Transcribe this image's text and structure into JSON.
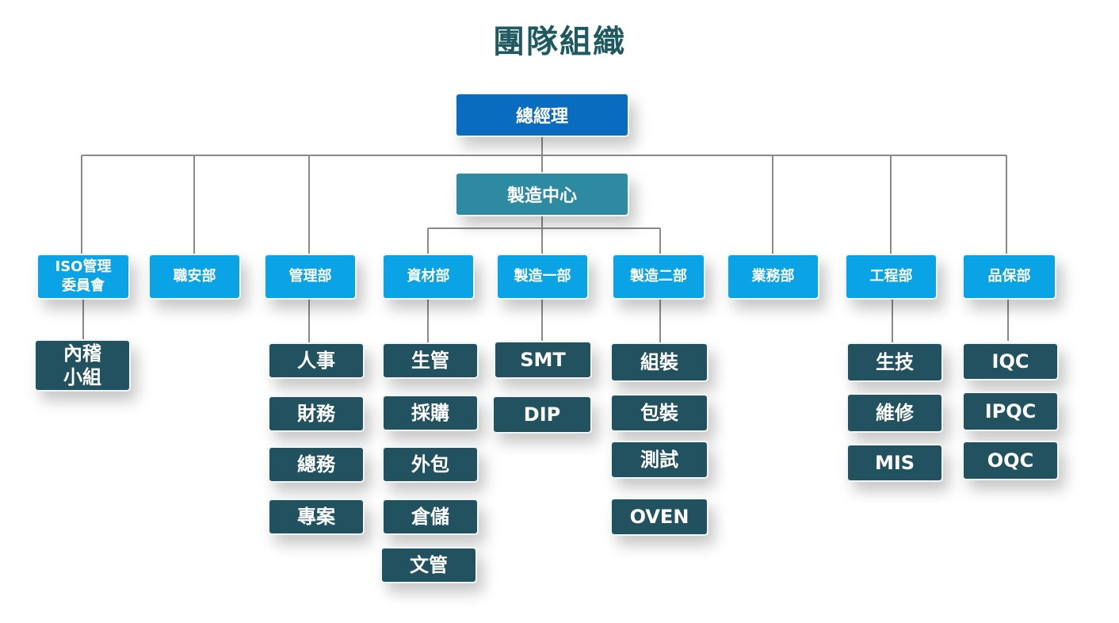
{
  "title": "團隊組織",
  "ceo": "總經理",
  "center": "製造中心",
  "departments": {
    "iso_line1": "ISO管理",
    "iso_line2": "委員會",
    "safety": "職安部",
    "management": "管理部",
    "materials": "資材部",
    "mfg1": "製造一部",
    "mfg2": "製造二部",
    "sales": "業務部",
    "engineering": "工程部",
    "qa": "品保部"
  },
  "teams": {
    "audit_line1": "內稽",
    "audit_line2": "小組",
    "management": [
      "人事",
      "財務",
      "總務",
      "專案"
    ],
    "materials": [
      "生管",
      "採購",
      "外包",
      "倉儲",
      "文管"
    ],
    "mfg1": [
      "SMT",
      "DIP"
    ],
    "mfg2": [
      "組裝",
      "包裝",
      "測試",
      "OVEN"
    ],
    "engineering": [
      "生技",
      "維修",
      "MIS"
    ],
    "qa": [
      "IQC",
      "IPQC",
      "OQC"
    ]
  },
  "colors": {
    "title": "#1f5a61",
    "ceo": "#0a6cbf",
    "center": "#2e8aa0",
    "department": "#0aa3e6",
    "team": "#22525f",
    "connector": "#8a8a8a"
  }
}
